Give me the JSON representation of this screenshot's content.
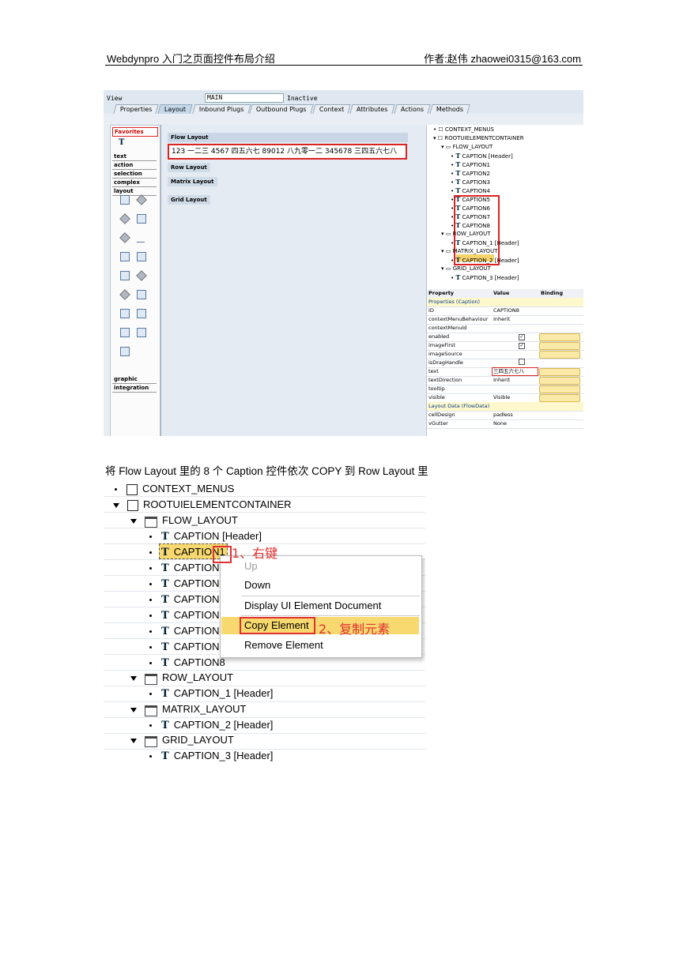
{
  "header": {
    "left": "Webdynpro 入门之页面控件布局介绍",
    "right": "作者:赵伟  zhaowei0315@163.com"
  },
  "shot1": {
    "view_label": "View",
    "view_name": "MAIN",
    "status": "Inactive",
    "tabs": [
      "Properties",
      "Layout",
      "Inbound Plugs",
      "Outbound Plugs",
      "Context",
      "Attributes",
      "Actions",
      "Methods"
    ],
    "palette": {
      "favorites": "Favorites",
      "categories": [
        "text",
        "action",
        "selection",
        "complex",
        "layout"
      ],
      "categories2": [
        "graphic",
        "integration"
      ]
    },
    "canvas": {
      "flow_layout": "Flow Layout",
      "flow_text": "123 一二三 4567 四五六七 89012 八九零一二 345678 三四五六七八",
      "row_layout": "Row Layout",
      "matrix_layout": "Matrix Layout",
      "grid_layout": "Grid Layout"
    },
    "tree": {
      "context_menus": "CONTEXT_MENUS",
      "root": "ROOTUIELEMENTCONTAINER",
      "flow": "FLOW_LAYOUT",
      "caption_header": "CAPTION  [Header]",
      "captions": [
        "CAPTION1",
        "CAPTION2",
        "CAPTION3",
        "CAPTION4",
        "CAPTION5",
        "CAPTION6",
        "CAPTION7",
        "CAPTION8"
      ],
      "row": "ROW_LAYOUT",
      "caption1_header": "CAPTION_1  [Header]",
      "matrix": "MATRIX_LAYOUT",
      "caption2_header": "CAPTION_2  [Header]",
      "grid": "GRID_LAYOUT",
      "caption3_header": "CAPTION_3  [Header]"
    },
    "props": {
      "h_property": "Property",
      "h_value": "Value",
      "h_binding": "Binding",
      "sec_caption": "Properties (Caption)",
      "rows": [
        {
          "name": "ID",
          "value": "CAPTION8"
        },
        {
          "name": "contextMenuBehaviour",
          "value": "Inherit"
        },
        {
          "name": "contextMenuId",
          "value": ""
        },
        {
          "name": "enabled",
          "value": "✓"
        },
        {
          "name": "imageFirst",
          "value": "✓"
        },
        {
          "name": "imageSource",
          "value": ""
        },
        {
          "name": "isDragHandle",
          "value": ""
        },
        {
          "name": "text",
          "value": "三四五六七八"
        },
        {
          "name": "textDirection",
          "value": "Inherit"
        },
        {
          "name": "tooltip",
          "value": ""
        },
        {
          "name": "visible",
          "value": "Visible"
        }
      ],
      "sec_layout": "Layout Data (FlowData)",
      "rows2": [
        {
          "name": "cellDesign",
          "value": "padless"
        },
        {
          "name": "vGutter",
          "value": "None"
        }
      ]
    }
  },
  "paragraph": "将 Flow Layout 里的 8 个 Caption 控件依次 COPY 到 Row Layout 里",
  "shot2": {
    "context_menus": "CONTEXT_MENUS",
    "root": "ROOTUIELEMENTCONTAINER",
    "flow": "FLOW_LAYOUT",
    "caption_header": "CAPTION  [Header]",
    "captions": [
      "CAPTION1",
      "CAPTION",
      "CAPTION",
      "CAPTION",
      "CAPTION",
      "CAPTION",
      "CAPTION",
      "CAPTION8"
    ],
    "row": "ROW_LAYOUT",
    "caption1_header": "CAPTION_1  [Header]",
    "matrix": "MATRIX_LAYOUT",
    "caption2_header": "CAPTION_2  [Header]",
    "grid": "GRID_LAYOUT",
    "caption3_header": "CAPTION_3  [Header]",
    "note1": "1、右键",
    "note2": "2、复制元素",
    "menu": {
      "up": "Up",
      "down": "Down",
      "display_doc": "Display UI Element Document",
      "copy": "Copy Element",
      "remove": "Remove Element"
    }
  }
}
